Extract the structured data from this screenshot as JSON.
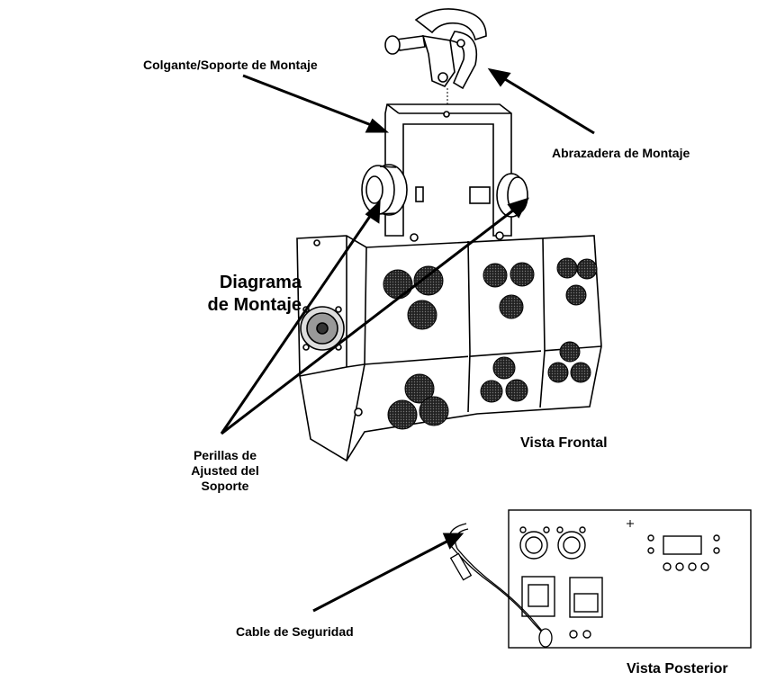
{
  "diagram_title": [
    "Diagrama",
    "de Montaje"
  ],
  "labels": {
    "hanger_bracket": "Colgante/Soporte de Montaje",
    "mounting_clamp": "Abrazadera de Montaje",
    "bracket_knobs": [
      "Perillas de",
      "Ajusted del",
      "Soporte"
    ],
    "front_view": "Vista Frontal",
    "safety_cable": "Cable de Seguridad",
    "rear_view": "Vista Posterior"
  }
}
